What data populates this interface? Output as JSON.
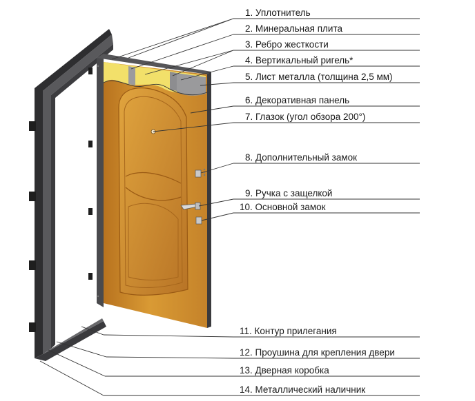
{
  "labels": [
    {
      "id": "1",
      "text": "1. Уплотнитель"
    },
    {
      "id": "2",
      "text": "2. Минеральная плита"
    },
    {
      "id": "3",
      "text": "3. Ребро жесткости"
    },
    {
      "id": "4",
      "text": "4. Вертикальный ригель*"
    },
    {
      "id": "5",
      "text": "5. Лист металла (толщина 2,5 мм)"
    },
    {
      "id": "6",
      "text": "6. Декоративная панель"
    },
    {
      "id": "7",
      "text": "7. Глазок (угол обзора 200°)"
    },
    {
      "id": "8",
      "text": "8. Дополнительный замок"
    },
    {
      "id": "9",
      "text": "9. Ручка с защелкой"
    },
    {
      "id": "10",
      "text": "10. Основной замок"
    },
    {
      "id": "11",
      "text": "11. Контур прилегания"
    },
    {
      "id": "12",
      "text": "12. Проушина для крепления двери"
    },
    {
      "id": "13",
      "text": "13. Дверная коробка"
    },
    {
      "id": "14",
      "text": "14. Металлический наличник"
    }
  ],
  "colors": {
    "frame": "#3a3a3c",
    "frame_inner": "#6b6b6e",
    "door_wood": "#d0902c",
    "door_wood_dark": "#a9661a",
    "mineral": "#f2e06a",
    "metal_sheet": "#8e8e90",
    "leader_line": "#333333"
  }
}
